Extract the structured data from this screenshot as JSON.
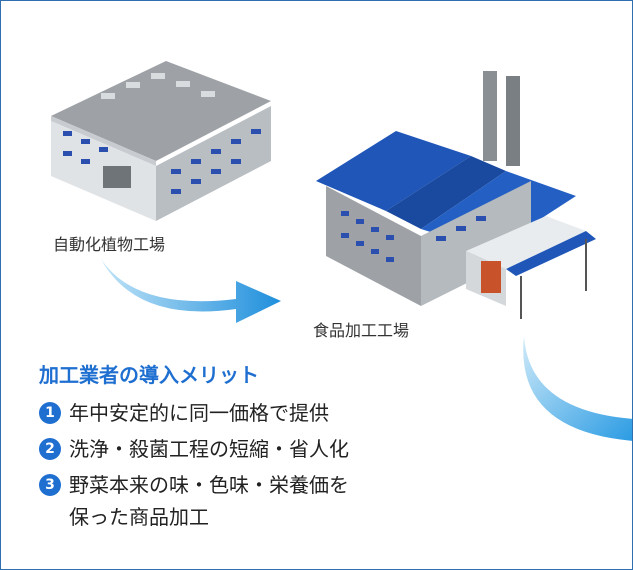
{
  "labels": {
    "plant_factory": "自動化植物工場",
    "food_factory": "食品加工工場"
  },
  "merits": {
    "title": "加工業者の導入メリット",
    "items": [
      {
        "num": "1",
        "text": "年中安定的に同一価格で提供"
      },
      {
        "num": "2",
        "text": "洗浄・殺菌工程の短縮・省人化"
      },
      {
        "num": "3",
        "text": "野菜本来の味・色味・栄養価を保った商品加工"
      }
    ]
  },
  "colors": {
    "accent": "#1f6fd1",
    "frame": "#2f6fb0",
    "roof_blue": "#1f56b8",
    "arrow": "#3aa6e6"
  },
  "icons": {
    "plant_factory": "plant-factory-building-illustration",
    "food_factory": "food-processing-factory-illustration",
    "arrows": "flow-arrow"
  }
}
